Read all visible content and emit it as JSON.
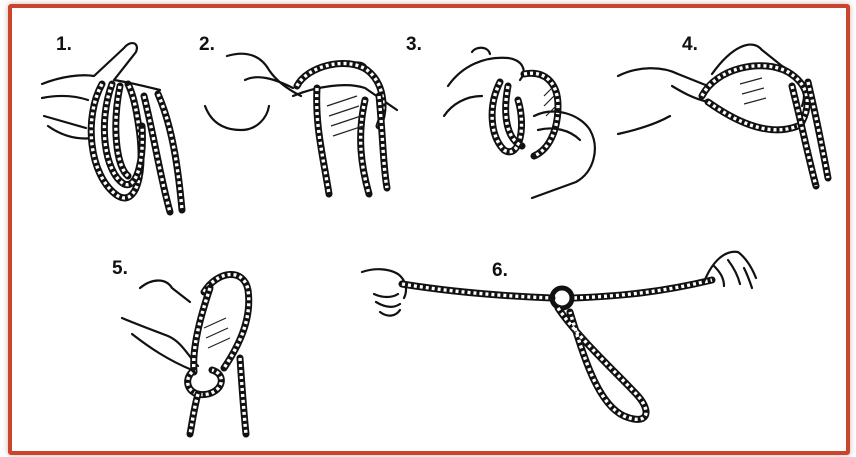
{
  "steps": [
    {
      "label": "1."
    },
    {
      "label": "2."
    },
    {
      "label": "3."
    },
    {
      "label": "4."
    },
    {
      "label": "5."
    },
    {
      "label": "6."
    }
  ],
  "colors": {
    "frame_border": "#c9452e",
    "ink": "#111111",
    "background": "#ffffff"
  }
}
